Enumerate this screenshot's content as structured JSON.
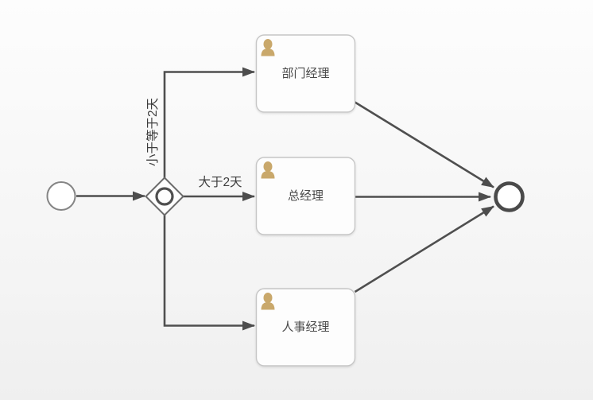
{
  "diagram": {
    "type": "bpmn-process-flow",
    "events": {
      "start": {
        "kind": "start-event"
      },
      "end": {
        "kind": "end-event"
      }
    },
    "gateway": {
      "kind": "inclusive-gateway"
    },
    "tasks": [
      {
        "label": "部门经理",
        "icon": "user-icon"
      },
      {
        "label": "总经理",
        "icon": "user-icon"
      },
      {
        "label": "人事经理",
        "icon": "user-icon"
      }
    ],
    "flows": [
      {
        "label": "小于等于2天",
        "from": "gateway",
        "to": "部门经理"
      },
      {
        "label": "大于2天",
        "from": "gateway",
        "to": "总经理"
      },
      {
        "label": "",
        "from": "gateway",
        "to": "人事经理"
      },
      {
        "label": "",
        "from": "start",
        "to": "gateway"
      },
      {
        "label": "",
        "from": "部门经理",
        "to": "end"
      },
      {
        "label": "",
        "from": "总经理",
        "to": "end"
      },
      {
        "label": "",
        "from": "人事经理",
        "to": "end"
      }
    ],
    "colors": {
      "flow_line": "#4f4f4f",
      "arrowhead": "#4d4d4d",
      "task_border": "#c6c6c6",
      "task_fill": "#fdfdfd",
      "gateway_border": "#6b6b6b",
      "start_event_border": "#858585",
      "end_event_border": "#4a4a4a",
      "user_icon": "#c9a86b",
      "label_text": "#3d3d3d",
      "task_text": "#4a4a4a",
      "background_top": "#fdfdfd",
      "background_bottom": "#efefef"
    }
  }
}
